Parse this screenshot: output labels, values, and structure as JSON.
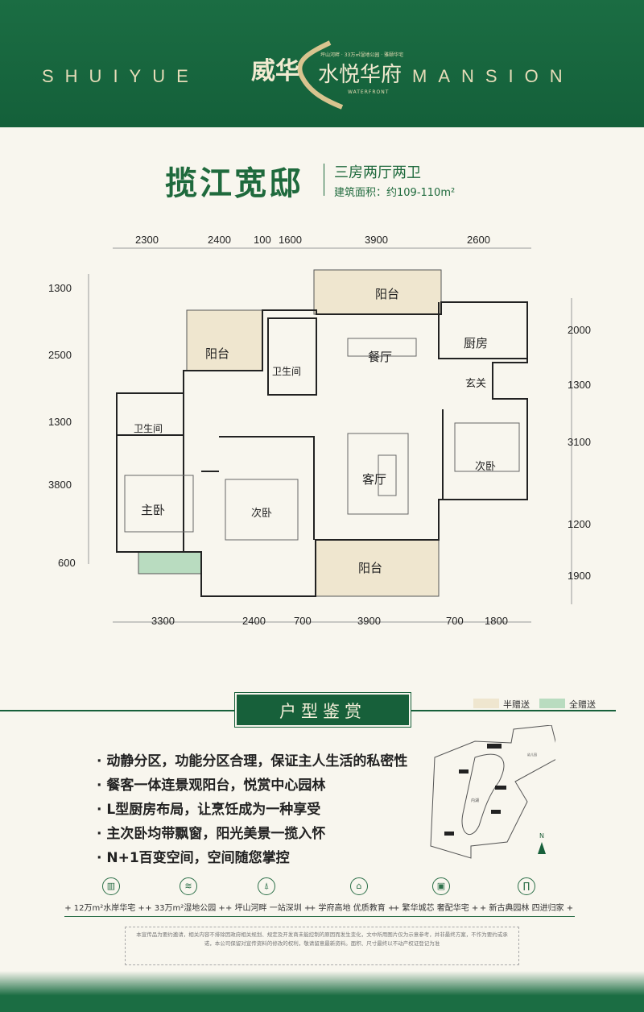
{
  "header": {
    "left_word": "SHUIYUE",
    "right_word": "MANSION",
    "logo_brand": "威华",
    "logo_name": "水悦华府",
    "logo_tagline": "坪山河畔 · 33万㎡湿地公园 · 雅颐华宅",
    "logo_en": "WATERFRONT",
    "colors": {
      "brand_green": "#17603a",
      "gold": "#e6dcb8"
    }
  },
  "unit": {
    "name": "揽江宽邸",
    "layout": "三房两厅两卫",
    "area": "建筑面积：约109-110m²"
  },
  "dimensions": {
    "top": [
      "2300",
      "2400",
      "100",
      "1600",
      "3900",
      "2600"
    ],
    "left": [
      "1300",
      "2500",
      "1300",
      "3800",
      "600"
    ],
    "right": [
      "2000",
      "1300",
      "3100",
      "1200",
      "1900"
    ],
    "bottom": [
      "3300",
      "2400",
      "700",
      "3900",
      "700",
      "1800"
    ]
  },
  "rooms": {
    "balcony_top": "阳台",
    "balcony_left": "阳台",
    "bath_center": "卫生间",
    "dining": "餐厅",
    "kitchen": "厨房",
    "foyer": "玄关",
    "bath_left": "卫生间",
    "bedroom_right": "次卧",
    "living": "客厅",
    "master": "主卧",
    "bedroom_mid": "次卧",
    "balcony_bottom": "阳台"
  },
  "legend": [
    {
      "label": "半赠送",
      "color": "#efe6cf"
    },
    {
      "label": "全赠送",
      "color": "#b9dcc0"
    }
  ],
  "section_title": "户型鉴赏",
  "highlights": [
    "· 动静分区，功能分区合理，保证主人生活的私密性",
    "· 餐客一体连景观阳台，悦赏中心园林",
    "· L型厨房布局，让烹饪成为一种享受",
    "· 主次卧均带飘窗，阳光美景一揽入怀",
    "· N+1百变空间，空间随您掌控"
  ],
  "site_plan": {
    "north": "N",
    "lake": "内湖",
    "kindergarten": "幼儿园"
  },
  "features": [
    {
      "icon": "waterfront-building-icon",
      "label": "+ 12万m²水岸华宅 +"
    },
    {
      "icon": "wetland-park-icon",
      "label": "+ 33万m²湿地公园 +"
    },
    {
      "icon": "tower-icon",
      "label": "+ 坪山河畔 一站深圳 +"
    },
    {
      "icon": "graduation-cap-icon",
      "label": "+ 学府高地 优质教育 +"
    },
    {
      "icon": "city-icon",
      "label": "+ 繁华城芯 奢配华宅 +"
    },
    {
      "icon": "garden-gate-icon",
      "label": "+ 新古典园林 四进归家 +"
    }
  ],
  "disclaimer": "本宣传品为要约邀请，相关内容不排除因政府相关规划、规定及开发商未能控制的原因而发生变化，文中所用图片仅为示意参考，并非最终方案，不作为要约或承诺，本公司保留对宣传资料的修改的权利，敬请留意最新资料。面积、尺寸最终以不动产权证登记为准"
}
